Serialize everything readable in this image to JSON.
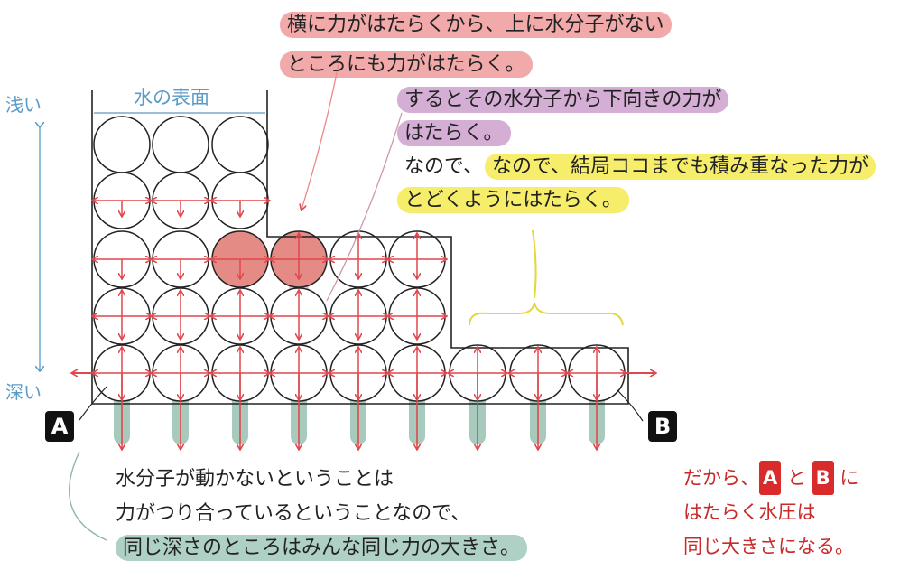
{
  "header_note": {
    "line1": "横に力がはたらくから、上に水分子がない",
    "line2": "ところにも力がはたらく。"
  },
  "side_note": {
    "line1": "するとその水分子から下向きの力が",
    "line2": "はたらく。",
    "line3": "なので、結局ココまでも積み重なった力が",
    "line4": "とどくようにはたらく。"
  },
  "depth_axis": {
    "top": "浅い",
    "bottom": "深い"
  },
  "surface_label": "水の表面",
  "point_a": "A",
  "point_b": "B",
  "bottom_note": {
    "line1": "水分子が動かないということは",
    "line2": "力がつり合っているということなので、",
    "line3": "同じ深さのところはみんな同じ力の大きさ。"
  },
  "conclusion": {
    "prefix": "だから、",
    "a": "A",
    "and": "と",
    "b": "B",
    "suffix": "に",
    "line2": "はたらく水圧は",
    "line3": "同じ大きさになる。"
  },
  "colors": {
    "arrow": "#e0474c",
    "highlight_molecule": "#e58b86",
    "blue_label": "#5b9bc8",
    "green_band": "#5f9f85",
    "conclusion_text": "#c92a2a"
  }
}
